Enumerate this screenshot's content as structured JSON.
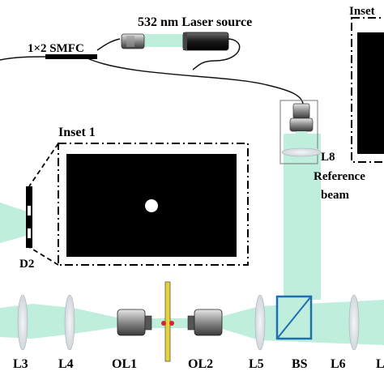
{
  "labels": {
    "laser_source": "532 nm Laser source",
    "coupler": "1×2 SMFC",
    "inset_1": "Inset 1",
    "inset_top_right": "Inset",
    "l8": "L8",
    "reference_line1": "Reference",
    "reference_line2": "beam",
    "d2": "D2",
    "l3": "L3",
    "l4": "L4",
    "ol1": "OL1",
    "ol2": "OL2",
    "l5": "L5",
    "bs": "BS",
    "l6": "L6",
    "edge_label": "L"
  },
  "colors": {
    "beam": "#bfeedd",
    "lens": "#dde2e6",
    "beamsplitter": "#1f6fb0",
    "sample_holder": "#e8d23a",
    "sample": "#d8232a",
    "detector_mask": "#000000",
    "spot": "#ffffff"
  },
  "icons": {
    "fiber_collimator": "fiber-collimator-icon",
    "laser": "laser-icon",
    "objective": "objective-lens-icon",
    "beamsplitter": "beamsplitter-cube-icon"
  }
}
